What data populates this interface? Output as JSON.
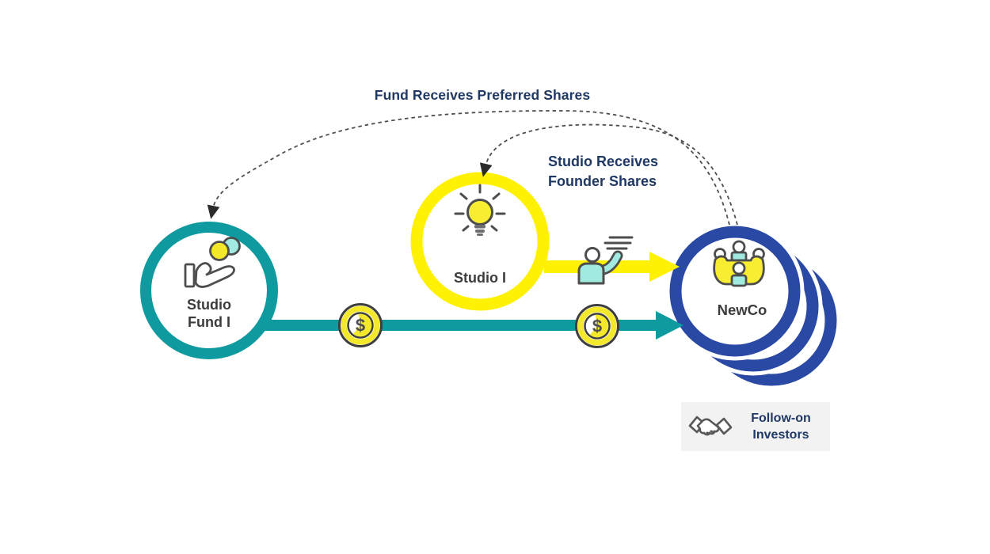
{
  "annotations": {
    "fund_note": "Fund Receives Preferred Shares",
    "studio_note_line1": "Studio Receives",
    "studio_note_line2": "Founder Shares"
  },
  "nodes": {
    "fund": {
      "line1": "Studio",
      "line2": "Fund I"
    },
    "studio": {
      "label": "Studio I"
    },
    "newco": {
      "label": "NewCo"
    }
  },
  "flows": {
    "coin_symbol": "$"
  },
  "followon": {
    "line1": "Follow-on",
    "line2": "Investors"
  },
  "icons": {
    "hand_coins_icon": "hand holding two coins",
    "lightbulb_icon": "glowing lightbulb",
    "team_icon": "founding team around table",
    "person_raising_hand_icon": "person raising hand",
    "coin_dollar_icon": "dollar coin",
    "handshake_icon": "handshake",
    "dashed_return_arrow": "dashed share-return arrow",
    "solid_flow_arrow": "investment flow arrow"
  },
  "colors": {
    "teal": "#0E9A9E",
    "yellow": "#FFF103",
    "blue": "#2A49A5",
    "navy_text": "#1F3864",
    "node_text": "#3C3C3C",
    "coin_yellow": "#F3E829",
    "cyan_accent": "#A0EAE2",
    "outline_gray": "#4D4D4D",
    "dash_gray": "#4F4F4F",
    "box_bg": "#F2F2F2"
  }
}
